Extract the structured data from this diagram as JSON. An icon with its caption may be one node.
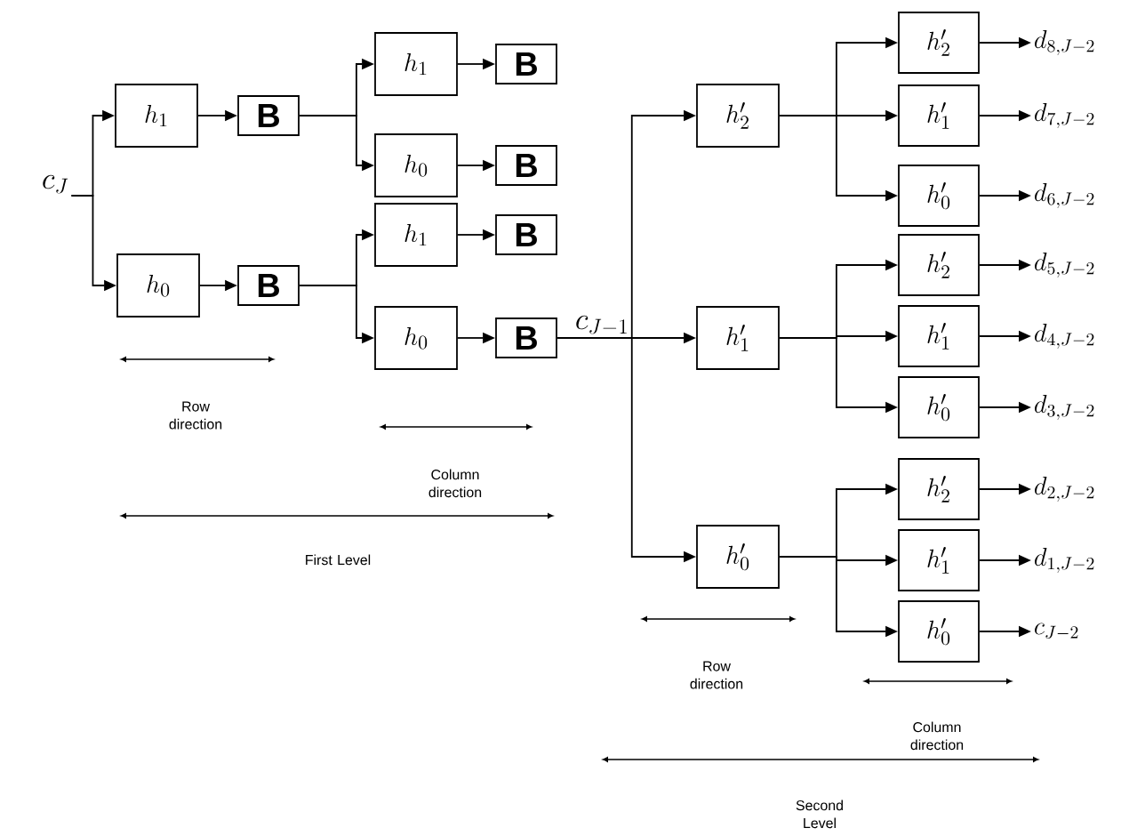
{
  "diagram": {
    "nodes": [
      {
        "text": [
          "c_J"
        ]
      },
      {
        "text": [
          "h_1"
        ]
      },
      {
        "text": [
          "B"
        ]
      },
      {
        "text": [
          "h_0"
        ]
      },
      {
        "text": [
          "B"
        ]
      },
      {
        "text": [
          "h_1"
        ]
      },
      {
        "text": [
          "B"
        ]
      },
      {
        "text": [
          "h_0"
        ]
      },
      {
        "text": [
          "B"
        ]
      },
      {
        "text": [
          "h_1"
        ]
      },
      {
        "text": [
          "B"
        ]
      },
      {
        "text": [
          "h_0"
        ]
      },
      {
        "text": [
          "B"
        ]
      },
      {
        "text": [
          "c_{J-1}"
        ]
      },
      {
        "text": [
          "h'_2"
        ]
      },
      {
        "text": [
          "h'_1"
        ]
      },
      {
        "text": [
          "h'_0"
        ]
      },
      {
        "text": [
          "h'_2"
        ]
      },
      {
        "text": [
          "h'_1"
        ]
      },
      {
        "text": [
          "h'_0"
        ]
      },
      {
        "text": [
          "h'_2"
        ]
      },
      {
        "text": [
          "h'_1"
        ]
      },
      {
        "text": [
          "h'_0"
        ]
      },
      {
        "text": [
          "h'_2"
        ]
      },
      {
        "text": [
          "h'_1"
        ]
      },
      {
        "text": [
          "h'_0"
        ]
      },
      {
        "text": [
          "d_{8,J-2}"
        ]
      },
      {
        "text": [
          "d_{7,J-2}"
        ]
      },
      {
        "text": [
          "d_{6,J-2}"
        ]
      },
      {
        "text": [
          "d_{5,J-2}"
        ]
      },
      {
        "text": [
          "d_{4,J-2}"
        ]
      },
      {
        "text": [
          "d_{3,J-2}"
        ]
      },
      {
        "text": [
          "d_{2,J-2}"
        ]
      },
      {
        "text": [
          "d_{1,J-2}"
        ]
      },
      {
        "text": [
          "c_{J-2}"
        ]
      }
    ],
    "edges": [
      {
        "from": 0,
        "to": 1,
        "arrow": "to"
      },
      {
        "from": 0,
        "to": 3,
        "arrow": "to"
      },
      {
        "from": 1,
        "to": 2,
        "arrow": "to"
      },
      {
        "from": 3,
        "to": 4,
        "arrow": "to"
      },
      {
        "from": 2,
        "to": 5,
        "arrow": "to"
      },
      {
        "from": 2,
        "to": 7,
        "arrow": "to"
      },
      {
        "from": 4,
        "to": 9,
        "arrow": "to"
      },
      {
        "from": 4,
        "to": 11,
        "arrow": "to"
      },
      {
        "from": 5,
        "to": 6,
        "arrow": "to"
      },
      {
        "from": 7,
        "to": 8,
        "arrow": "to"
      },
      {
        "from": 9,
        "to": 10,
        "arrow": "to"
      },
      {
        "from": 11,
        "to": 12,
        "arrow": "to"
      },
      {
        "from": 12,
        "to": 13,
        "arrow": "none"
      },
      {
        "from": 13,
        "to": 14,
        "arrow": "to"
      },
      {
        "from": 13,
        "to": 15,
        "arrow": "to"
      },
      {
        "from": 13,
        "to": 16,
        "arrow": "to"
      },
      {
        "from": 14,
        "to": 17,
        "arrow": "to"
      },
      {
        "from": 14,
        "to": 18,
        "arrow": "to"
      },
      {
        "from": 14,
        "to": 19,
        "arrow": "to"
      },
      {
        "from": 15,
        "to": 20,
        "arrow": "to"
      },
      {
        "from": 15,
        "to": 21,
        "arrow": "to"
      },
      {
        "from": 15,
        "to": 22,
        "arrow": "to"
      },
      {
        "from": 16,
        "to": 23,
        "arrow": "to"
      },
      {
        "from": 16,
        "to": 24,
        "arrow": "to"
      },
      {
        "from": 16,
        "to": 25,
        "arrow": "to"
      },
      {
        "from": 17,
        "to": 26,
        "arrow": "to"
      },
      {
        "from": 18,
        "to": 27,
        "arrow": "to"
      },
      {
        "from": 19,
        "to": 28,
        "arrow": "to"
      },
      {
        "from": 20,
        "to": 29,
        "arrow": "to"
      },
      {
        "from": 21,
        "to": 30,
        "arrow": "to"
      },
      {
        "from": 22,
        "to": 31,
        "arrow": "to"
      },
      {
        "from": 23,
        "to": 32,
        "arrow": "to"
      },
      {
        "from": 24,
        "to": 33,
        "arrow": "to"
      },
      {
        "from": 25,
        "to": 34,
        "arrow": "to"
      }
    ],
    "labels": [
      "Row direction",
      "Column direction",
      "First Level",
      "Row direction",
      "Column direction",
      "Second Level"
    ]
  }
}
